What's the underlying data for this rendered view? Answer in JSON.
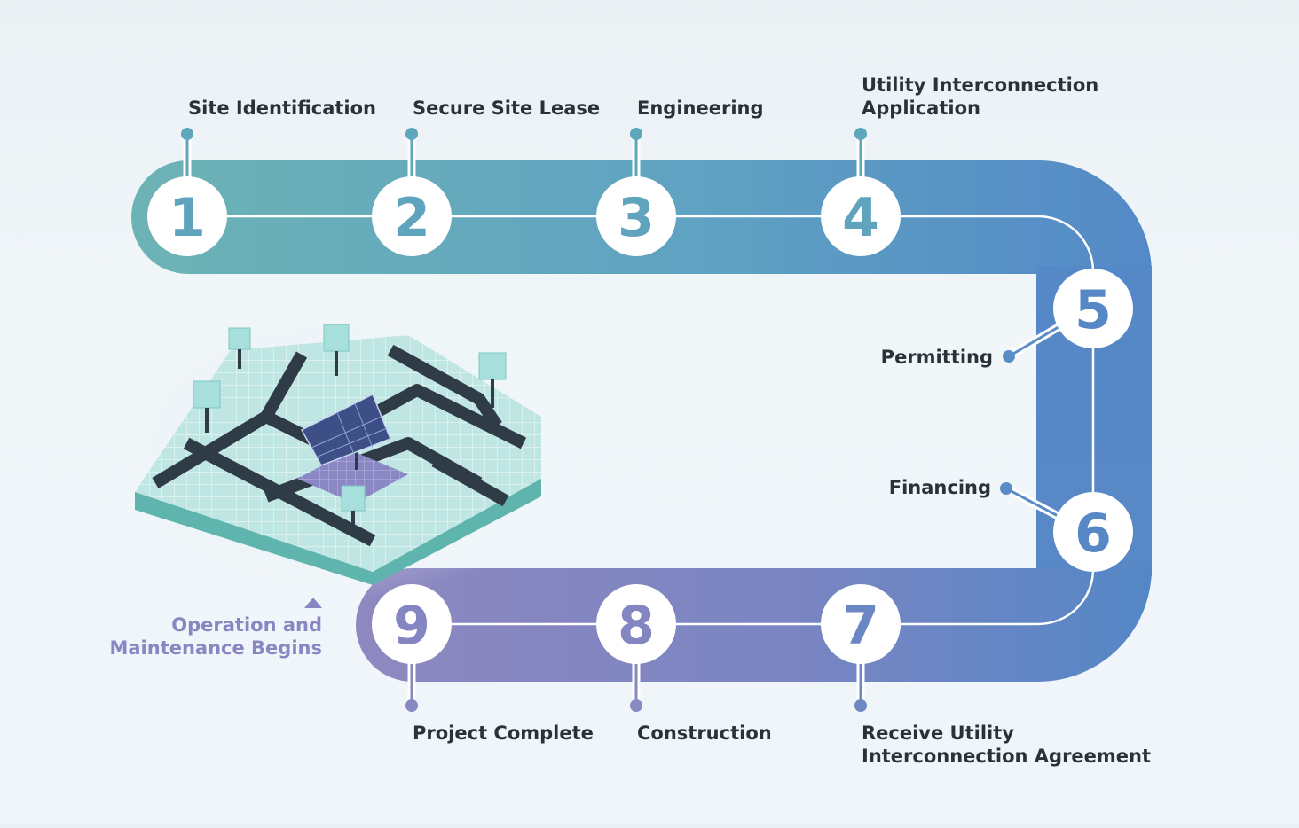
{
  "steps": [
    {
      "number": "1",
      "label": "Site Identification"
    },
    {
      "number": "2",
      "label": "Secure Site Lease"
    },
    {
      "number": "3",
      "label": "Engineering"
    },
    {
      "number": "4",
      "label": "Utility Interconnection\nApplication"
    },
    {
      "number": "5",
      "label": "Permitting"
    },
    {
      "number": "6",
      "label": "Financing"
    },
    {
      "number": "7",
      "label": "Receive Utility\nInterconnection Agreement"
    },
    {
      "number": "8",
      "label": "Construction"
    },
    {
      "number": "9",
      "label": "Project Complete"
    }
  ],
  "final_stage": {
    "label": "Operation and\nMaintenance Begins"
  },
  "colors": {
    "track_start": "#6db3b5",
    "track_mid": "#5b9bc8",
    "track_end": "#5487c6",
    "track_bottom_end": "#8d88c0",
    "circle_text": "#5a8fc4",
    "label_text": "#2b3138",
    "final_label": "#8a86c4"
  }
}
